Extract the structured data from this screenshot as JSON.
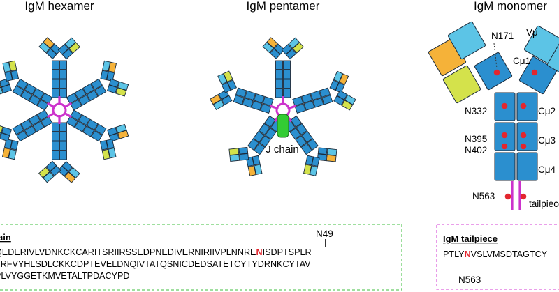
{
  "titles": {
    "hexamer": "IgM hexamer",
    "pentamer": "IgM pentamer",
    "monomer": "IgM monomer"
  },
  "pentamer_label": "J chain",
  "monomer_labels": {
    "n171": "N171",
    "vmu": "Vμ",
    "cmu1": "Cμ1",
    "n332": "N332",
    "cmu2": "Cμ2",
    "n395": "N395",
    "n402": "N402",
    "cmu3": "Cμ3",
    "cmu4": "Cμ4",
    "n563": "N563",
    "tailpiece": "tailpiece"
  },
  "jchain_box": {
    "title": "J chain",
    "site_label": "N49",
    "lines": [
      "QEDERIVLVDNKCKCARITSRIIRSSEDPNEDIVERNIRIIVPLNNRENISDPTSPLR",
      "TRFVYHLSDLCKKCDPTEVELDNQIVTATQSNICDEDSATETCYTYDRNKCYTAV",
      "PLVYGGETKMVETALTPDACYPD"
    ]
  },
  "tailpiece_box": {
    "title": "IgM tailpiece",
    "seq": "PTLYNVSLVMSDTAGTCY",
    "site_label": "N563"
  },
  "colors": {
    "domain_blue": "#2b8fcf",
    "light_blue": "#5cc4e6",
    "orange": "#f5b239",
    "yellow_green": "#d4e24b",
    "magenta": "#cc33cc",
    "j_chain_green": "#33cc33",
    "glycan_red": "#e3262e",
    "box_green": "#66cc66",
    "box_magenta": "#dd66dd"
  }
}
